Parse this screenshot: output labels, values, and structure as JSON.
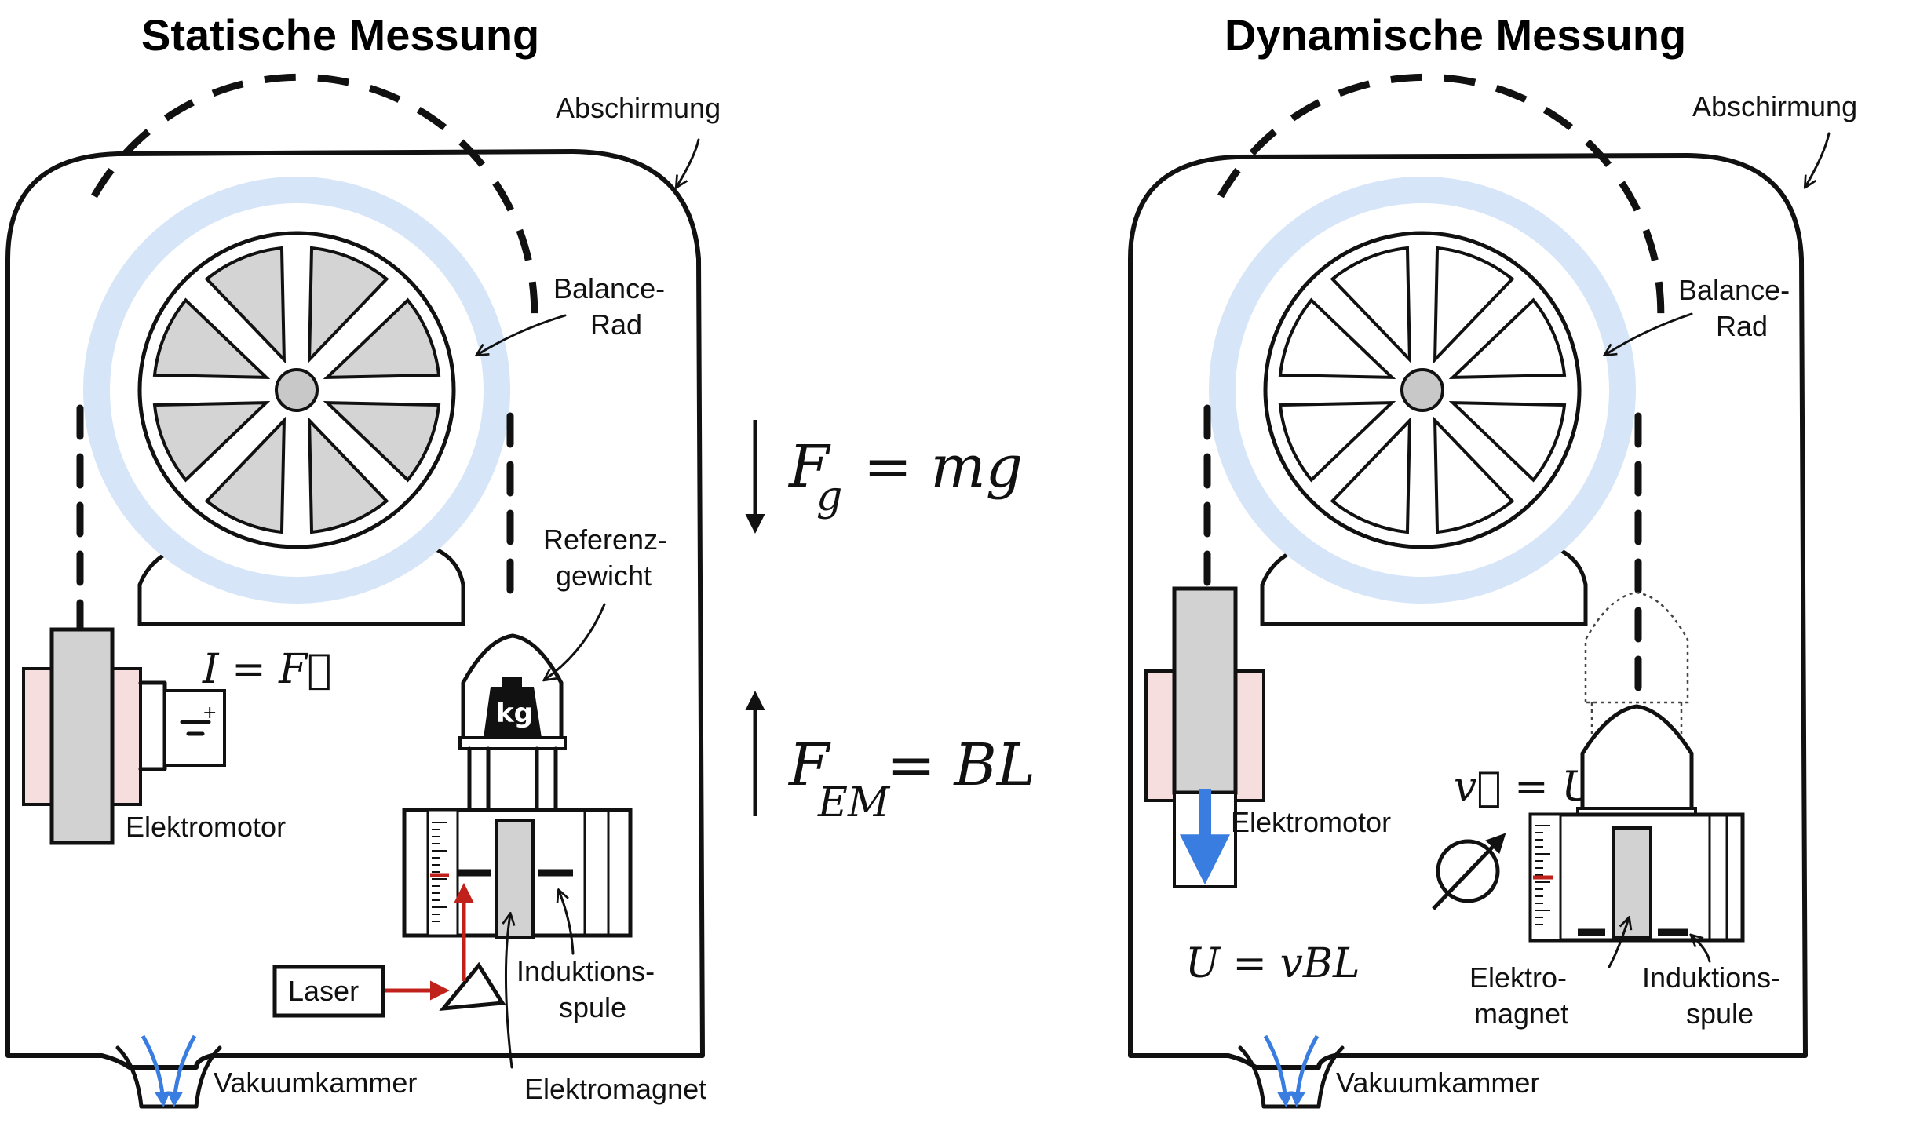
{
  "panels": [
    {
      "title": "Statische Messung",
      "labels": {
        "shield": "Abschirmung",
        "wheel_line1": "Balance-",
        "wheel_line2": "Rad",
        "motor": "Elektromotor",
        "weight_line1": "Referenz-",
        "weight_line2": "gewicht",
        "laser": "Laser",
        "coil_line1": "Induktions-",
        "coil_line2": "spule",
        "vacuum": "Vakuumkammer",
        "magnet": "Elektromagnet",
        "motor_formula": "I = F⃗",
        "weight_glyph": "kg"
      }
    },
    {
      "title": "Dynamische Messung",
      "labels": {
        "shield": "Abschirmung",
        "wheel_line1": "Balance-",
        "wheel_line2": "Rad",
        "motor": "Elektromotor",
        "velocity": "v⃗ = U",
        "coil_line1": "Induktions-",
        "coil_line2": "spule",
        "magnet_line1": "Elektro-",
        "magnet_line2": "magnet",
        "vacuum": "Vakuumkammer",
        "voltage_formula": "U = vBL"
      }
    }
  ],
  "forces": {
    "gravity_main": "F",
    "gravity_sub": "g",
    "gravity_rhs": "= mg",
    "em_main": "F",
    "em_sub": "EM",
    "em_rhs": "= BL"
  },
  "colors": {
    "ink": "#111111",
    "wheel_highlight": "#d6e6f8",
    "gray_part": "#d2d2d2",
    "motor_pink": "#f7dede",
    "laser_red": "#c0221b",
    "arrow_blue": "#3a7de0"
  }
}
